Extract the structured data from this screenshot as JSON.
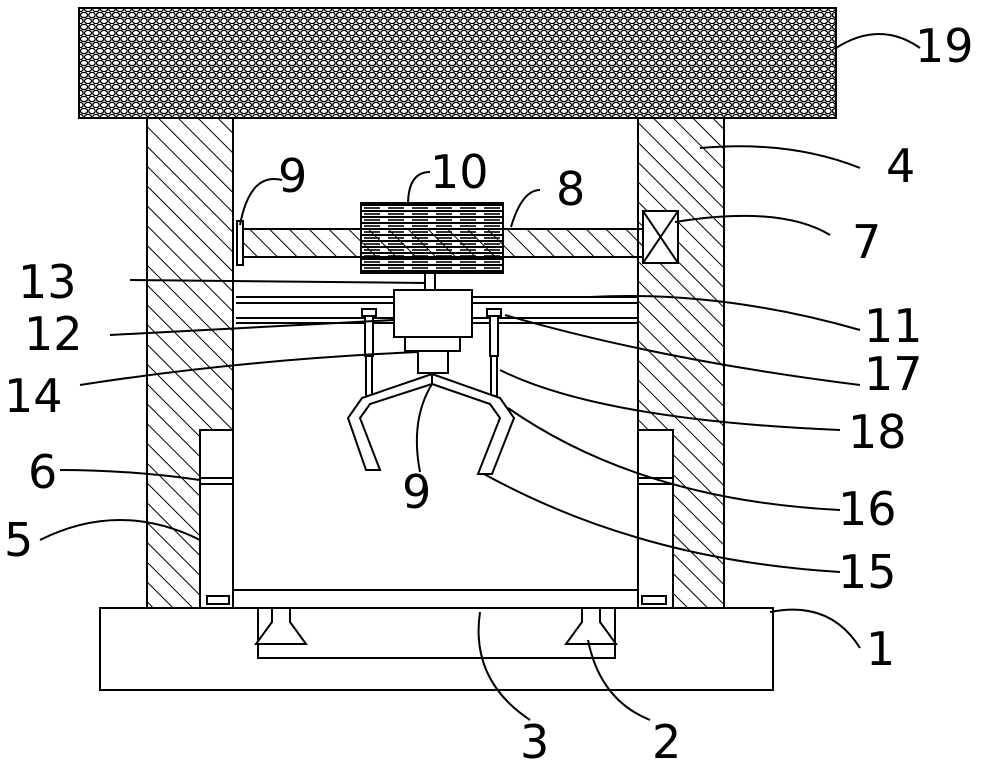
{
  "figure": {
    "labels": {
      "l1": "1",
      "l2": "2",
      "l3": "3",
      "l4": "4",
      "l5": "5",
      "l6": "6",
      "l7": "7",
      "l8": "8",
      "l9_top": "9",
      "l9_mid": "9",
      "l10": "10",
      "l11": "11",
      "l12": "12",
      "l13": "13",
      "l14": "14",
      "l15": "15",
      "l16": "16",
      "l17": "17",
      "l18": "18",
      "l19": "19"
    }
  }
}
